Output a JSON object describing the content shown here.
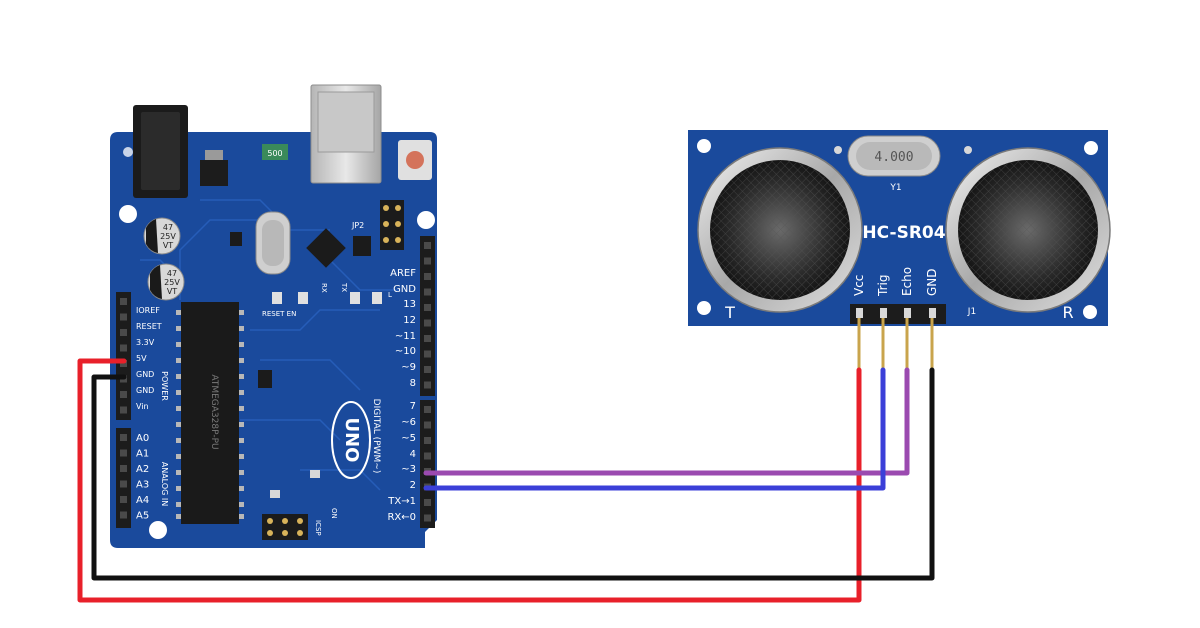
{
  "arduino": {
    "board_label": "UNO",
    "power_pins": [
      "IOREF",
      "RESET",
      "3.3V",
      "5V",
      "GND",
      "GND",
      "Vin"
    ],
    "power_group_label": "POWER",
    "analog_pins": [
      "A0",
      "A1",
      "A2",
      "A3",
      "A4",
      "A5"
    ],
    "analog_group_label": "ANALOG IN",
    "digital_pins": [
      "AREF",
      "GND",
      "13",
      "12",
      "~11",
      "~10",
      "~9",
      "8",
      "7",
      "~6",
      "~5",
      "4",
      "~3",
      "2",
      "TX→1",
      "RX←0"
    ],
    "digital_group_label": "DIGITAL (PWM~)",
    "cap1": [
      "47",
      "25V",
      "VT"
    ],
    "cap2": [
      "47",
      "25V",
      "VT"
    ],
    "misc": {
      "jp2": "JP2",
      "reset_en": "RESET EN",
      "tx": "TX",
      "rx": "RX",
      "l": "L",
      "on": "ON",
      "icsp": "ICSP",
      "fuse": "500"
    },
    "chip_text": "ATMEGA328P-PU"
  },
  "sensor": {
    "model": "HC-SR04",
    "crystal": "4.000",
    "crystal_ref": "Y1",
    "left_label": "T",
    "right_label": "R",
    "connector_ref": "J1",
    "pins": [
      "Vcc",
      "Trig",
      "Echo",
      "GND"
    ]
  },
  "wires": [
    {
      "from": "5V",
      "to": "Vcc",
      "color": "#e8202a"
    },
    {
      "from": "GND",
      "to": "GND",
      "color": "#111111"
    },
    {
      "from": "~3",
      "to": "Echo",
      "color": "#9b4ab0"
    },
    {
      "from": "2",
      "to": "Trig",
      "color": "#3b3fd8"
    }
  ],
  "colors": {
    "pcb": "#1a4a9c",
    "pcb_dark": "#123a80",
    "header": "#1c1c1c"
  }
}
